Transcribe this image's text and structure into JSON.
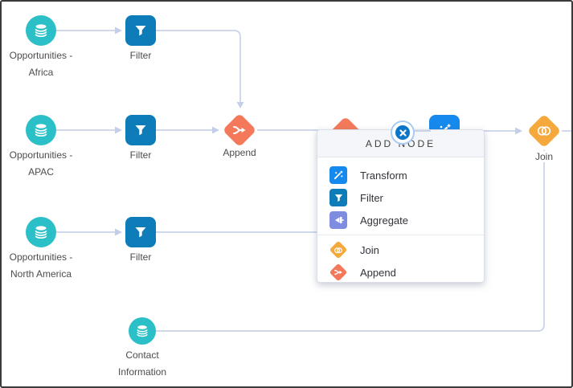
{
  "colors": {
    "dataset_teal": "#2BBFC7",
    "filter_blue": "#0E7CB8",
    "transform_blue": "#1589EE",
    "aggregate_indigo": "#7F8DE1",
    "join_amber": "#F5A83C",
    "append_coral": "#F4795B",
    "connector_gray": "#C9D3EA",
    "close_button_blue": "#0B76C8"
  },
  "canvas": {
    "nodes": {
      "africa": {
        "type": "dataset",
        "icon": "database-icon",
        "label_line1": "Opportunities -",
        "label_line2": "Africa"
      },
      "filter_africa": {
        "type": "filter",
        "icon": "filter-icon",
        "label": "Filter"
      },
      "apac": {
        "type": "dataset",
        "icon": "database-icon",
        "label_line1": "Opportunities -",
        "label_line2": "APAC"
      },
      "filter_apac": {
        "type": "filter",
        "icon": "filter-icon",
        "label": "Filter"
      },
      "append": {
        "type": "append",
        "icon": "append-icon",
        "label": "Append"
      },
      "north_america": {
        "type": "dataset",
        "icon": "database-icon",
        "label_line1": "Opportunities -",
        "label_line2": "North America"
      },
      "filter_north_america": {
        "type": "filter",
        "icon": "filter-icon",
        "label": "Filter"
      },
      "contact": {
        "type": "dataset",
        "icon": "database-icon",
        "label_line1": "Contact",
        "label_line2": "Information"
      },
      "join": {
        "type": "join",
        "icon": "join-icon",
        "label": "Join"
      },
      "hidden_append": {
        "type": "append",
        "icon": "append-icon"
      },
      "hidden_transform": {
        "type": "transform",
        "icon": "transform-wand-icon"
      }
    }
  },
  "popup": {
    "title": "ADD NODE",
    "close_icon": "x-icon",
    "items": [
      {
        "label": "Transform",
        "icon": "transform-wand-icon",
        "color": "#1589EE",
        "shape": "square"
      },
      {
        "label": "Filter",
        "icon": "filter-icon",
        "color": "#0E7CB8",
        "shape": "square"
      },
      {
        "label": "Aggregate",
        "icon": "aggregate-icon",
        "color": "#7F8DE1",
        "shape": "square"
      },
      {
        "label": "Join",
        "icon": "join-icon",
        "color": "#F5A83C",
        "shape": "diamond"
      },
      {
        "label": "Append",
        "icon": "append-icon",
        "color": "#F4795B",
        "shape": "diamond"
      }
    ]
  }
}
